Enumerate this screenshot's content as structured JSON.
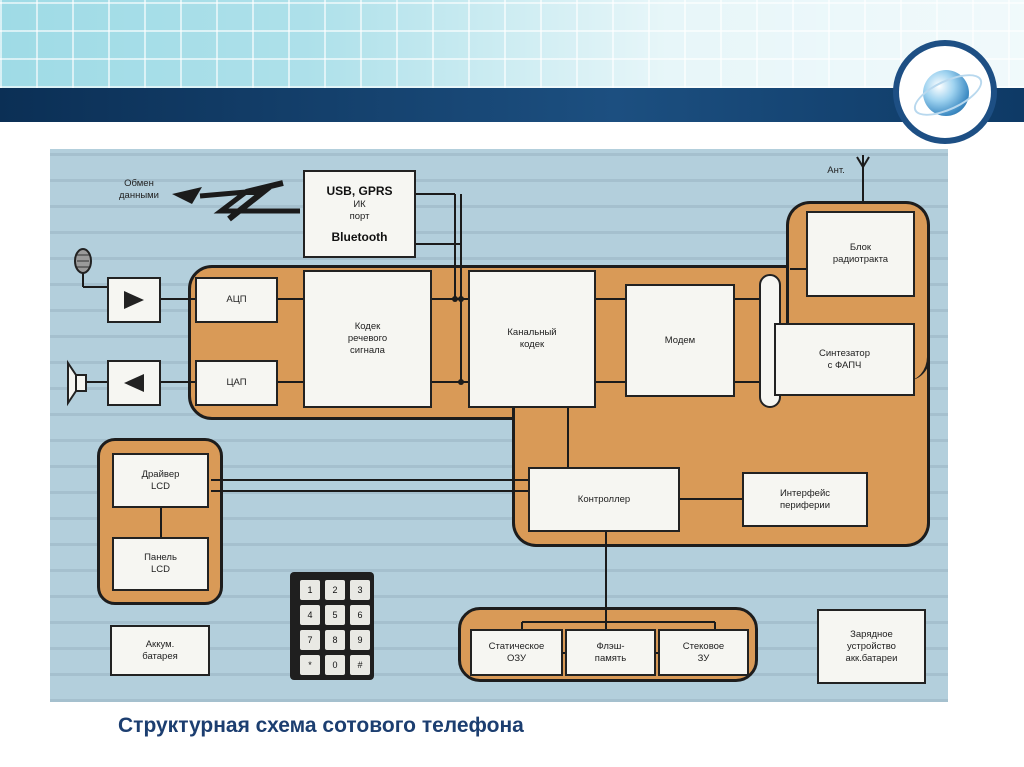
{
  "caption": "Структурная схема сотового телефона",
  "colors": {
    "header_bar": "#1c4f80",
    "region_fill": "#d99a57",
    "caption_text": "#1c3e70"
  },
  "icons": {
    "logo": "globe-icon",
    "antenna": "antenna-icon",
    "microphone": "microphone-icon",
    "speaker": "speaker-icon"
  },
  "diagram": {
    "data_exchange": "Обмен\nданными",
    "comm_port": {
      "line1": "USB, GPRS",
      "line2": "ИК",
      "line3": "порт",
      "line4": "Bluetooth"
    },
    "antenna": "Ант.",
    "adc": "АЦП",
    "dac": "ЦАП",
    "speech_codec": "Кодек\nречевого\nсигнала",
    "channel_codec": "Канальный\nкодек",
    "modem": "Модем",
    "radio_block": "Блок\nрадиотракта",
    "synthesizer": "Синтезатор\nс ФАПЧ",
    "controller": "Контроллер",
    "peripheral_interface": "Интерфейс\nпериферии",
    "lcd_driver": "Драйвер\nLCD",
    "lcd_panel": "Панель\nLCD",
    "battery": "Аккум.\nбатарея",
    "charger": "Зарядное\nустройство\nакк.батареи",
    "static_ram": "Статическое\nОЗУ",
    "flash_memory": "Флэш-\nпамять",
    "stack_memory": "Стековое\nЗУ",
    "keypad_keys": [
      "1",
      "2",
      "3",
      "4",
      "5",
      "6",
      "7",
      "8",
      "9",
      "*",
      "0",
      "#"
    ]
  }
}
